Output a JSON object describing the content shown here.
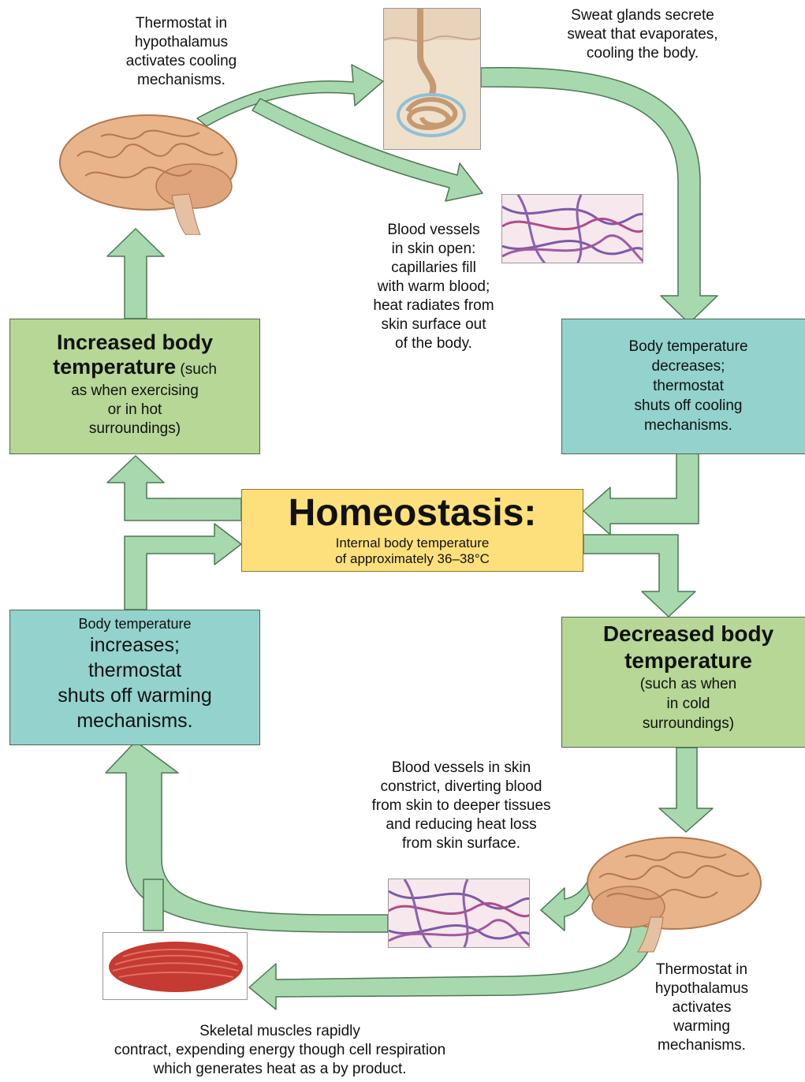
{
  "colors": {
    "arrow_fill": "#a7d8ae",
    "arrow_stroke": "#4f7656",
    "increase_box": "#b6d796",
    "decrease_box": "#b6d796",
    "teal_box": "#93d2cd",
    "homeostasis_box": "#fde07c"
  },
  "icons": [
    "brain-icon",
    "sweat-gland-icon",
    "capillaries-icon",
    "skeletal-muscle-icon"
  ],
  "homeostasis": {
    "title": "Homeostasis:",
    "subtitle": "Internal body temperature\nof approximately 36–38°C"
  },
  "increased": {
    "heading": "Increased body\ntemperature",
    "detail_inline": " (such",
    "detail": "as when exercising\nor in hot\nsurroundings)"
  },
  "decreased": {
    "heading": "Decreased body\ntemperature",
    "detail": "(such as when\nin cold\nsurroundings)"
  },
  "cooling_off": {
    "text": "Body temperature\ndecreases;\nthermostat\nshuts off cooling\nmechanisms."
  },
  "warming_off": {
    "line1": "Body temperature",
    "text": "increases;\nthermostat\nshuts off warming\nmechanisms."
  },
  "captions": {
    "thermostat_cooling": "Thermostat in\nhypothalamus\nactivates cooling\nmechanisms.",
    "sweat": "Sweat glands secrete\nsweat that evaporates,\ncooling the body.",
    "vessels_open": "Blood vessels\nin skin open:\ncapillaries fill\nwith warm blood;\nheat radiates from\nskin surface out\nof the body.",
    "vessels_constrict": "Blood vessels in skin\nconstrict, diverting blood\nfrom skin to deeper tissues\nand reducing heat loss\nfrom skin surface.",
    "thermostat_warming": "Thermostat in\nhypothalamus\nactivates\nwarming\nmechanisms.",
    "muscles": "Skeletal muscles rapidly\ncontract, expending energy though cell respiration\nwhich generates heat as a by product."
  }
}
